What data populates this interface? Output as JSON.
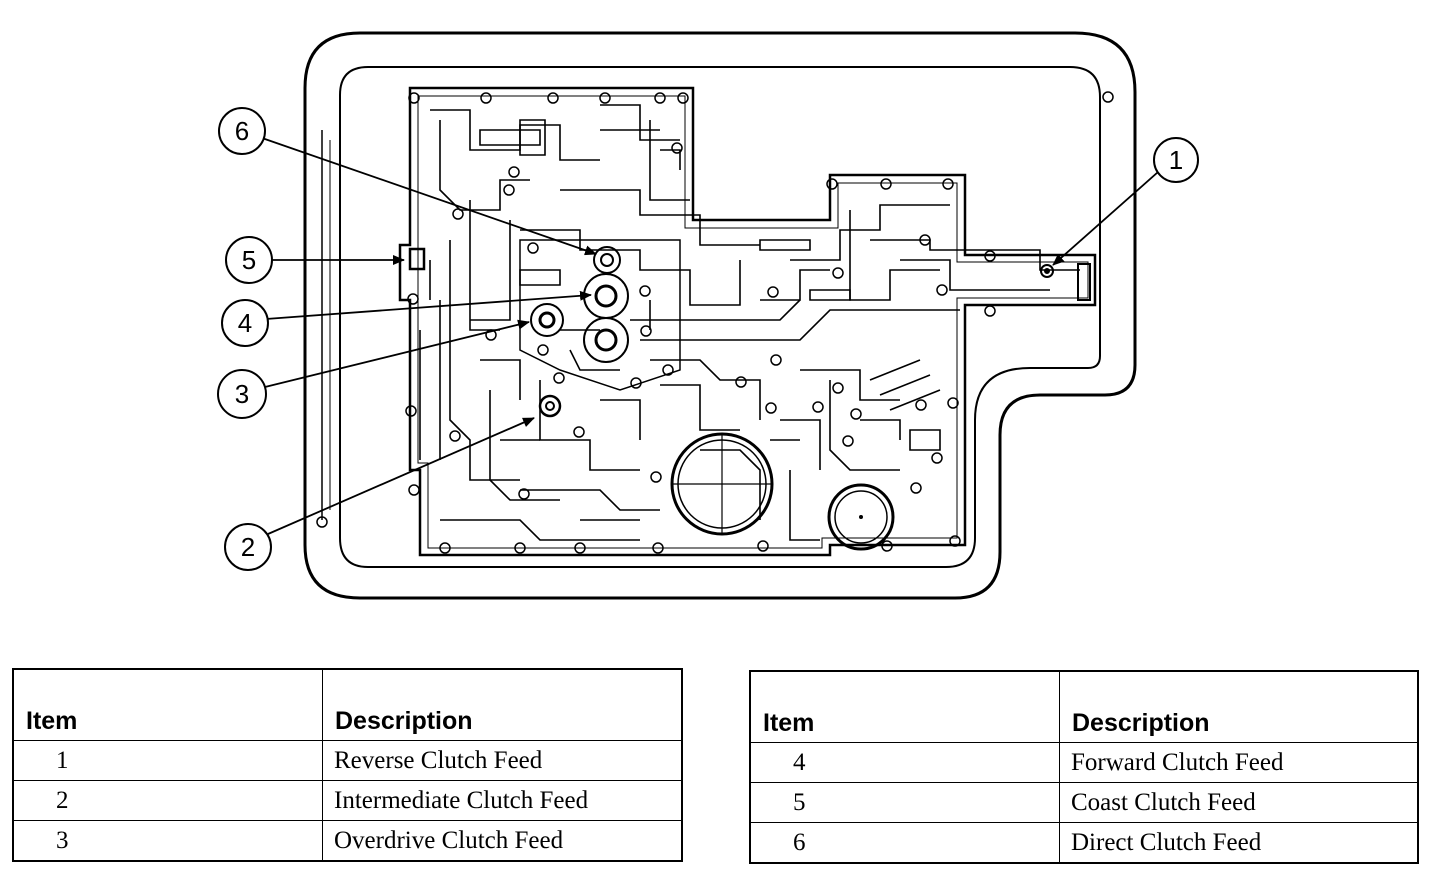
{
  "callouts": [
    "1",
    "2",
    "3",
    "4",
    "5",
    "6"
  ],
  "tables": [
    {
      "headers": {
        "item": "Item",
        "description": "Description"
      },
      "rows": [
        {
          "item": "1",
          "description": "Reverse Clutch Feed"
        },
        {
          "item": "2",
          "description": "Intermediate Clutch Feed"
        },
        {
          "item": "3",
          "description": "Overdrive Clutch Feed"
        }
      ]
    },
    {
      "headers": {
        "item": "Item",
        "description": "Description"
      },
      "rows": [
        {
          "item": "4",
          "description": "Forward Clutch Feed"
        },
        {
          "item": "5",
          "description": "Coast Clutch Feed"
        },
        {
          "item": "6",
          "description": "Direct Clutch Feed"
        }
      ]
    }
  ]
}
